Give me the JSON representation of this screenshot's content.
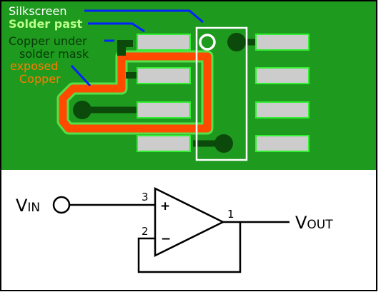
{
  "pcb": {
    "labels": {
      "silkscreen": "Silkscreen",
      "solder_paste": "Solder past",
      "copper_under_mask_line1": "Copper under",
      "copper_under_mask_line2": "solder mask",
      "exposed_copper_line1": "exposed",
      "exposed_copper_line2": "Copper"
    },
    "colors": {
      "board": "#1e9a1e",
      "copper_under_mask": "#0b4a0b",
      "exposed_copper_fill": "#ff4a00",
      "exposed_copper_edge": "#55e04a",
      "pad_fill": "#cccccc",
      "pad_edge": "#33ee33",
      "silkscreen": "#ffffff",
      "callout_line": "#0022ff",
      "label_silkscreen": "#ffffff",
      "label_solder_paste": "#b9ff8a",
      "label_copper_under": "#083a08",
      "label_exposed": "#ff7a00"
    }
  },
  "schematic": {
    "vin_label_main": "V",
    "vin_label_sub": "IN",
    "vout_label_main": "V",
    "vout_label_sub": "OUT",
    "pin3": "3",
    "pin2": "2",
    "pin1": "1",
    "plus_sign": "+",
    "minus_sign": "−"
  }
}
